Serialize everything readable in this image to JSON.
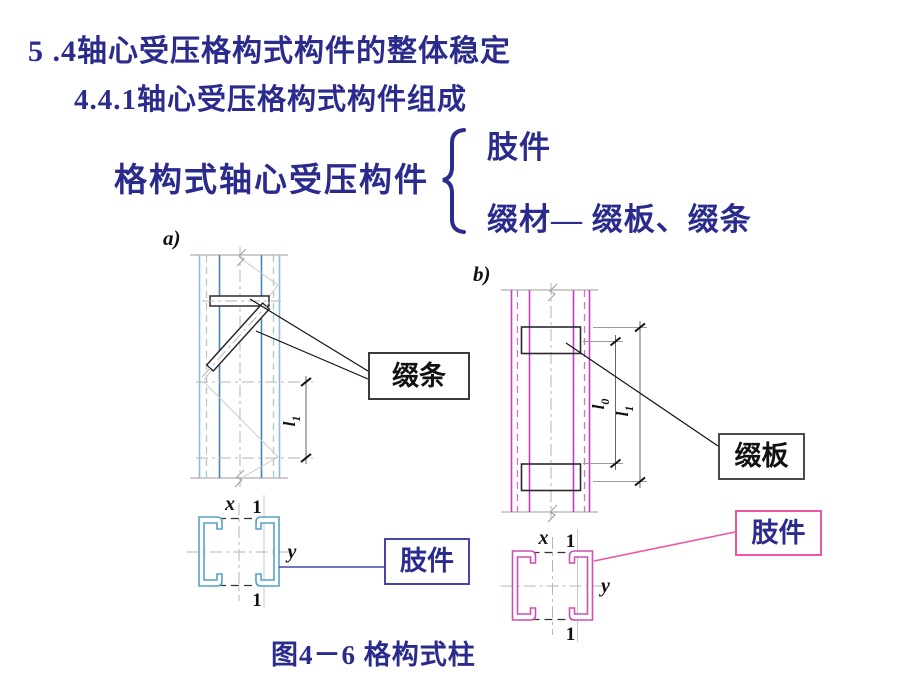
{
  "slide": {
    "title": "5 .4轴心受压格构式构件的整体稳定",
    "subtitle": "4.4.1轴心受压格构式构件组成",
    "composition": {
      "lead": "格构式轴心受压构件",
      "brace": "{",
      "items": [
        "肢件",
        "缀材— 缀板、缀条"
      ]
    },
    "caption": "图4－6  格构式柱"
  },
  "figure": {
    "panel_a_label": "a)",
    "panel_b_label": "b)",
    "callouts": {
      "lacing": "缀条",
      "batten": "缀板",
      "chord_a": "肢件",
      "chord_b": "肢件"
    },
    "dims": {
      "l1_a": {
        "base": "l",
        "sub": "1"
      },
      "l0_b": {
        "base": "l",
        "sub": "0"
      },
      "l1_b": {
        "base": "l",
        "sub": "1"
      }
    },
    "axes": {
      "x": "x",
      "y": "y",
      "section_mark": "1"
    },
    "colors": {
      "heading_text": "#2b2b8e",
      "column_a_chord": "#4886b4",
      "column_a_edge": "#8fbcd2",
      "section_a_channel": "#54a3c4",
      "column_b_line": "#c13cc1",
      "section_b_channel": "#cf4fae",
      "chord_a_callout": "#4444aa",
      "chord_b_callout": "#ee55a5",
      "drawing_gray": "#9b9b9b",
      "black_ink": "#111111"
    }
  }
}
